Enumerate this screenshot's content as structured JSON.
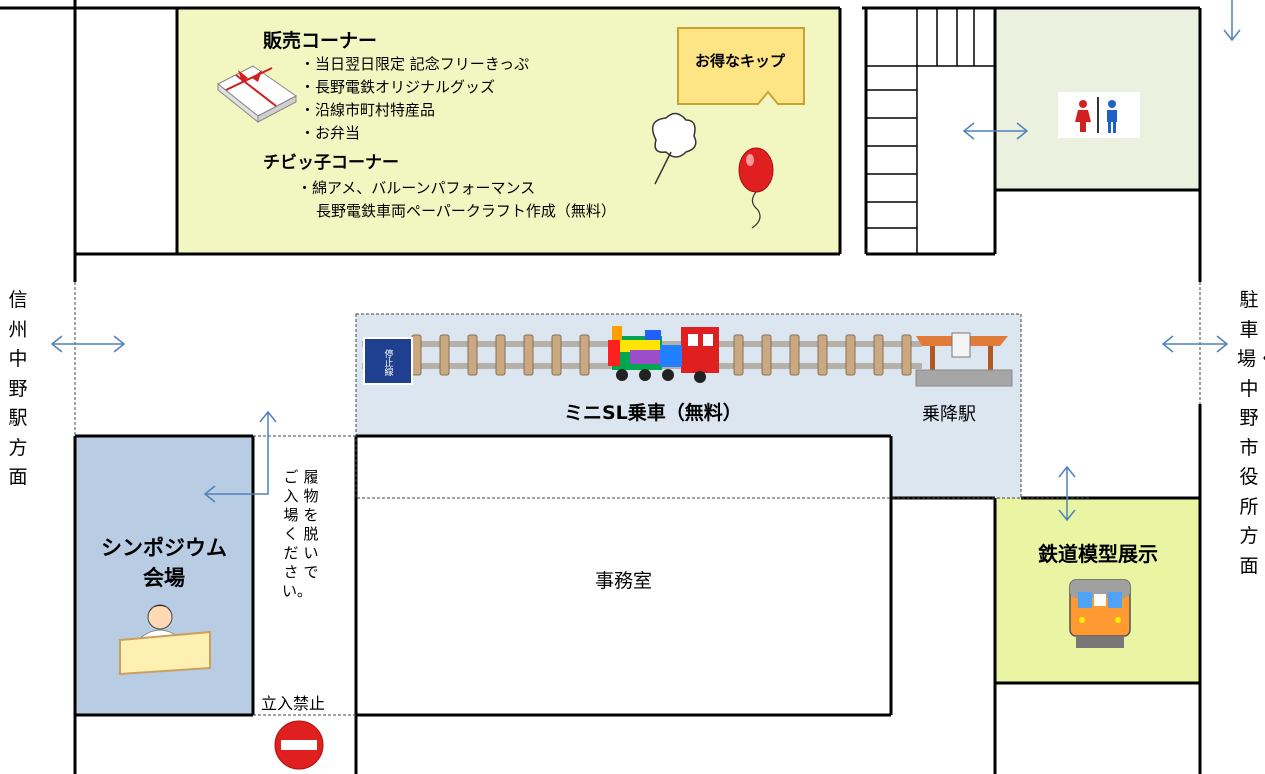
{
  "sales_corner": {
    "title": "販売コーナー",
    "items": [
      "・当日翌日限定 記念フリーきっぷ",
      "・長野電鉄オリジナルグッズ",
      "・沿線市町村特産品",
      "・お弁当"
    ],
    "ticket_sign": "お得なキップ"
  },
  "kids_corner": {
    "title": "チビッ子コーナー",
    "items": [
      "・綿アメ、バルーンパフォーマンス",
      "長野電鉄車両ペーパークラフト作成（無料）"
    ]
  },
  "mini_sl": {
    "label": "ミニSL乗車（無料）",
    "station_label": "乗降駅",
    "stop_sign": "停止線"
  },
  "symposium": {
    "line1": "シンポジウム",
    "line2": "会場"
  },
  "office": {
    "label": "事務室"
  },
  "shoes_notice": {
    "col1": "ご入場ください。",
    "col2": "履物を脱いで"
  },
  "no_entry": {
    "label": "立入禁止"
  },
  "railway_model": {
    "label": "鉄道模型展示"
  },
  "left_direction": {
    "label": "信州中野駅方面"
  },
  "right_direction": {
    "label": "駐車場・中野市役所方面"
  },
  "colors": {
    "sales_bg": "#f2f7c2",
    "symposium_bg": "#b8cce4",
    "track_area_bg": "#dce6f1",
    "toilet_bg": "#ebf1de",
    "model_bg": "#eaf5a4",
    "arrow": "#4f81bd"
  }
}
